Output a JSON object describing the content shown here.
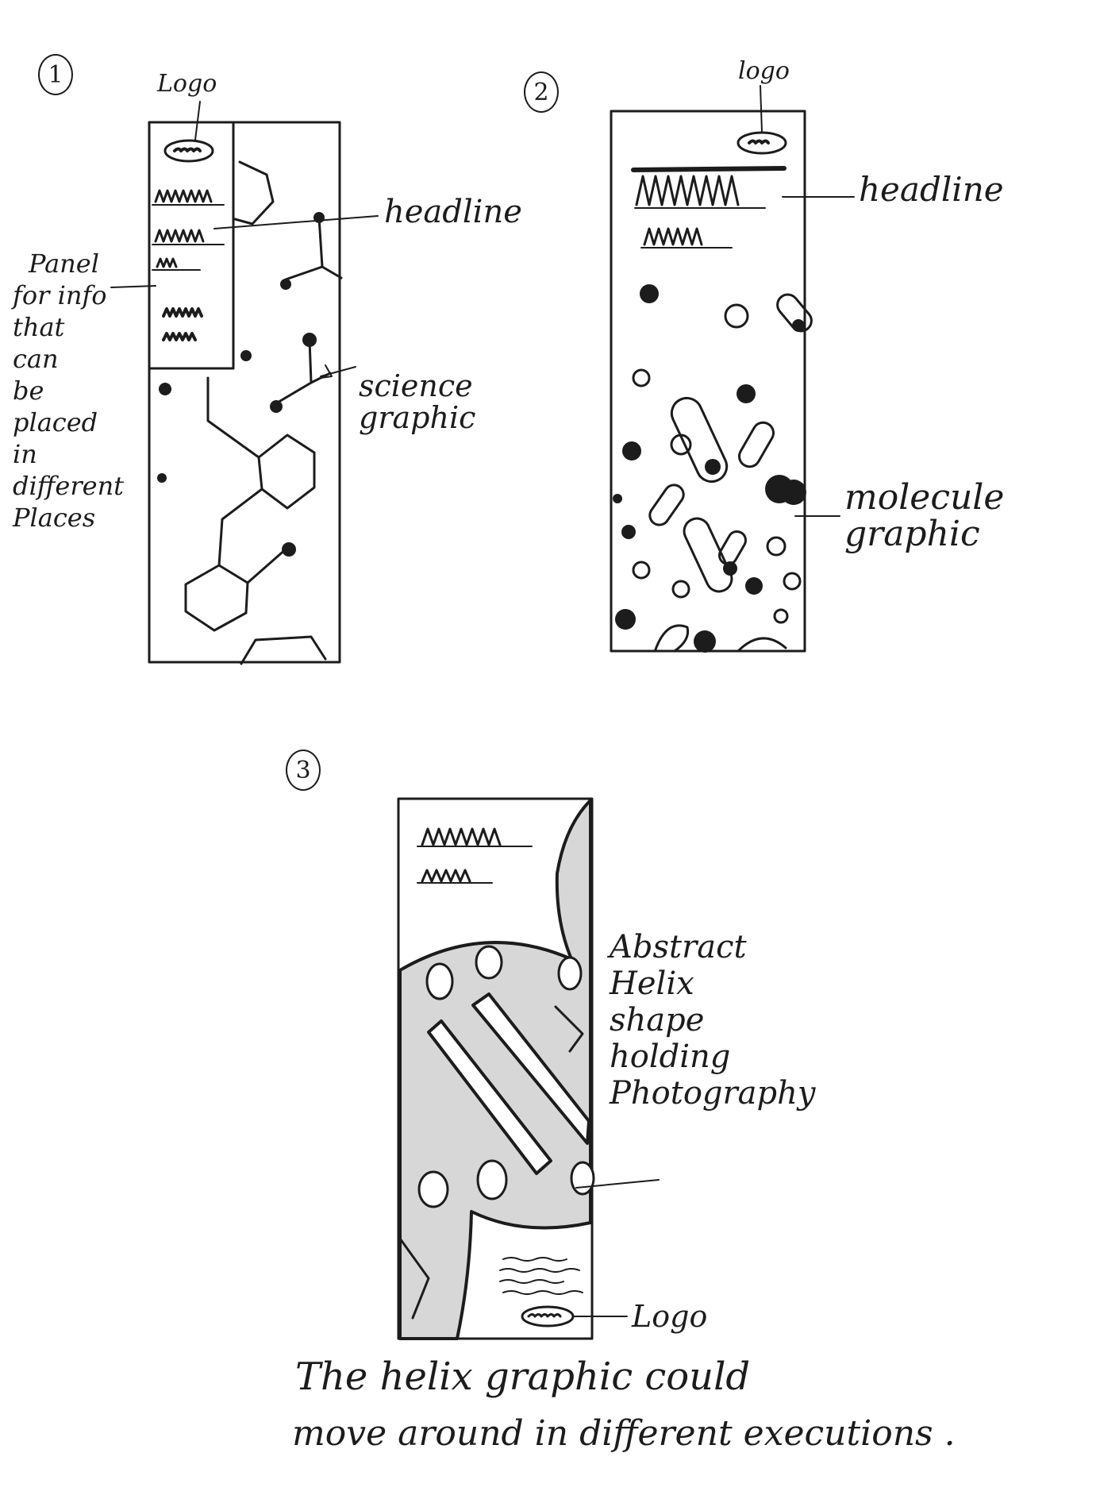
{
  "sketches": [
    {
      "number": "1",
      "logo_label": "Logo",
      "headline_label": "headline",
      "panel_note": [
        "Panel",
        "for info",
        "that",
        "can",
        "be",
        "placed",
        "in",
        "different",
        "Places"
      ],
      "graphic_note": [
        "science",
        "graphic"
      ]
    },
    {
      "number": "2",
      "logo_label": "logo",
      "headline_label": "headline",
      "graphic_note": [
        "molecule",
        "graphic"
      ]
    },
    {
      "number": "3",
      "helix_note": [
        "Abstract",
        "Helix",
        "shape",
        "holding",
        "Photography"
      ],
      "logo_label": "Logo"
    }
  ],
  "footer_note": [
    "The helix graphic could",
    "move around in different executions ."
  ]
}
